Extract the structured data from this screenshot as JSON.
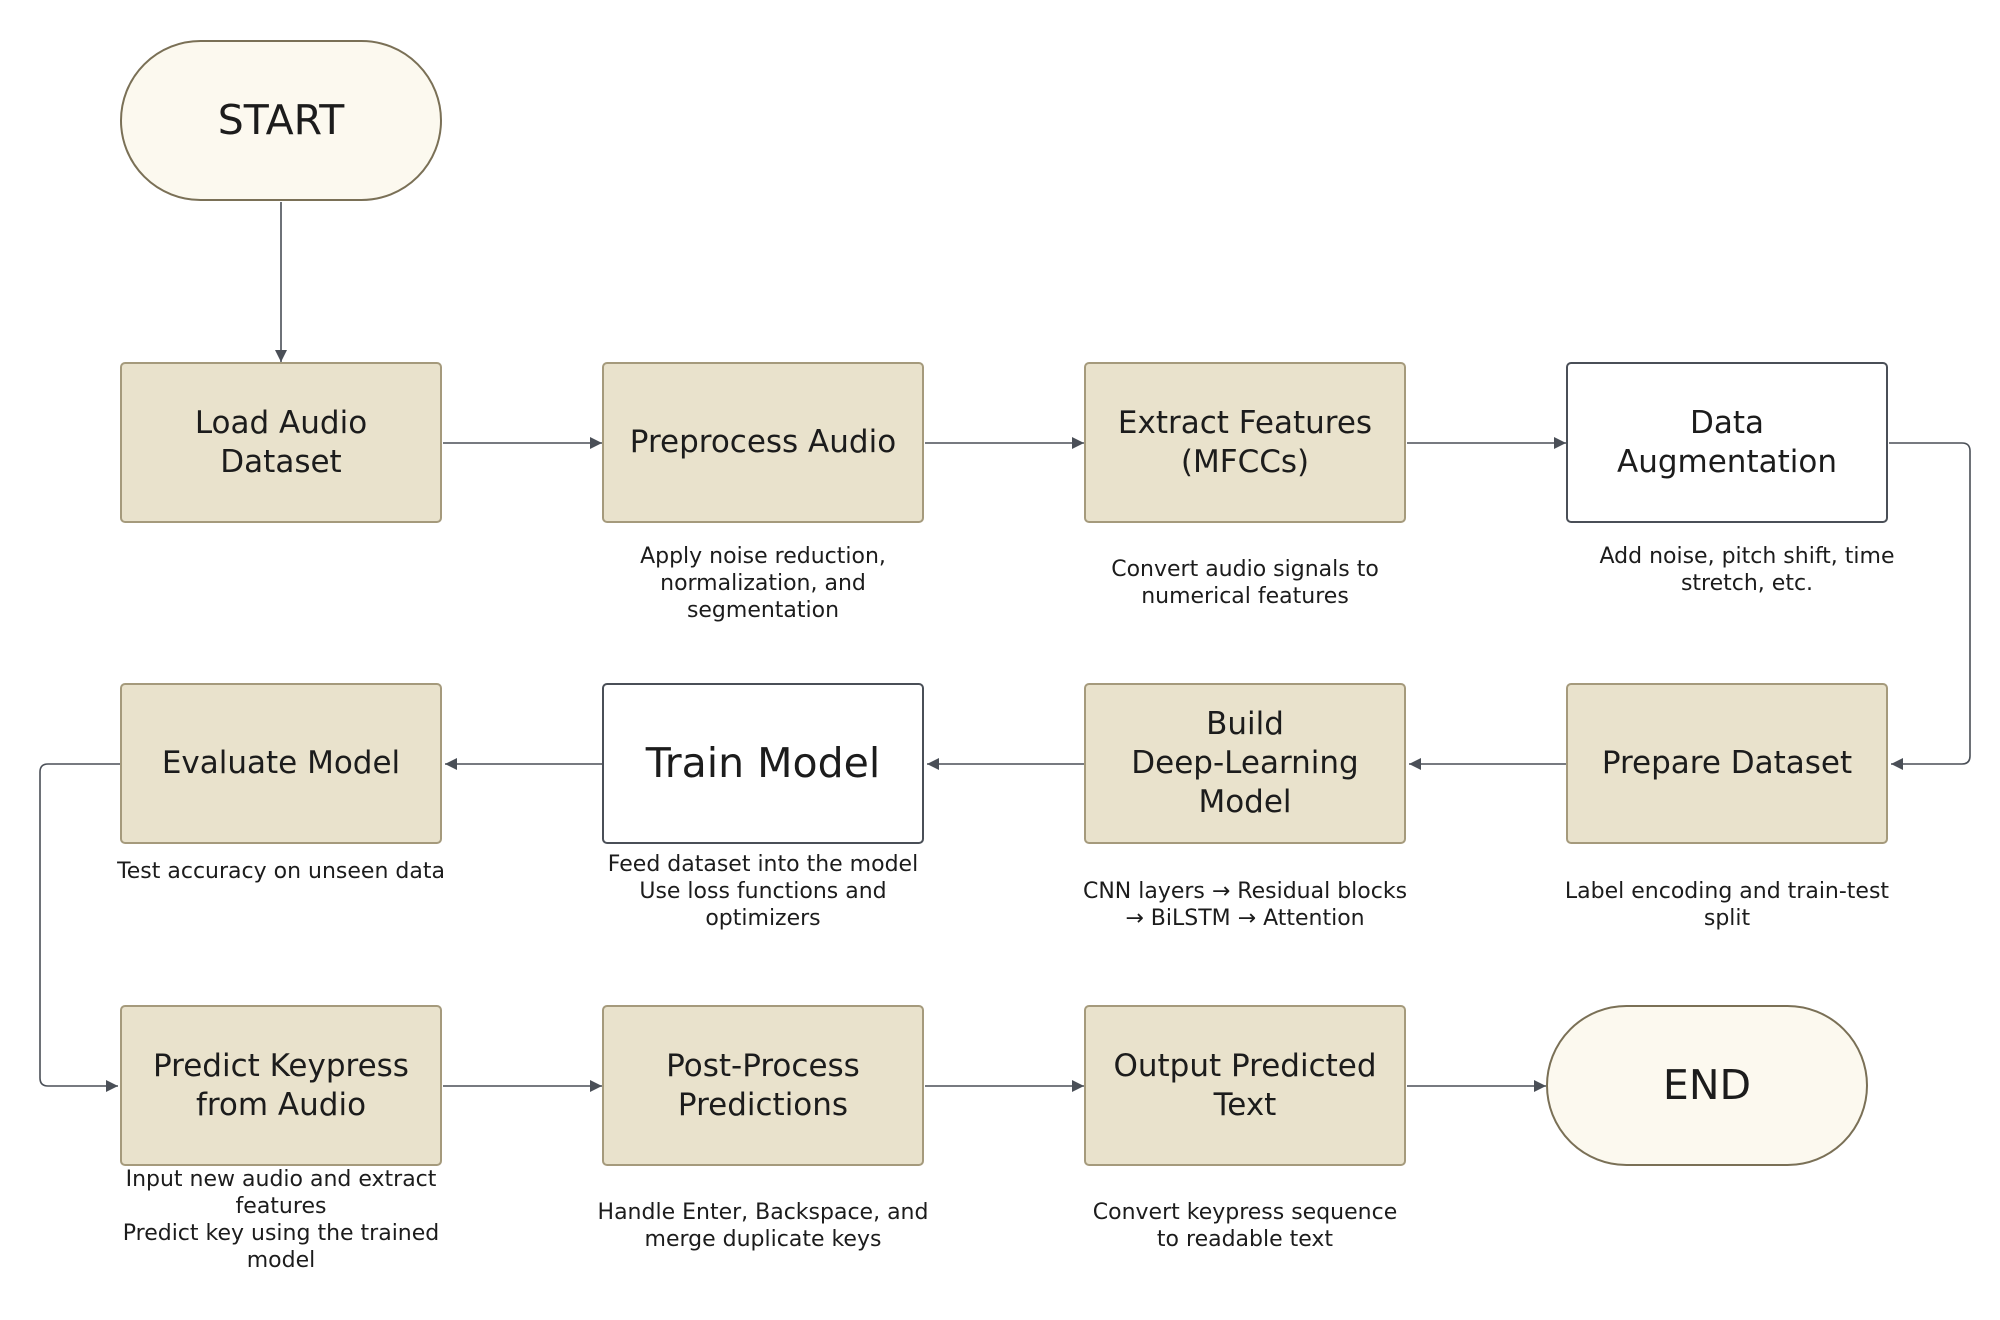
{
  "start": "START",
  "end": "END",
  "steps": {
    "load_dataset": "Load Audio Dataset",
    "preprocess": "Preprocess Audio",
    "extract": "Extract Features\n(MFCCs)",
    "augment": "Data Augmentation",
    "prepare": "Prepare Dataset",
    "build": "Build\nDeep-Learning\nModel",
    "train": "Train Model",
    "evaluate": "Evaluate Model",
    "predict": "Predict  Keypress\nfrom Audio",
    "postprocess": "Post-Process\nPredictions",
    "output": "Output Predicted\nText"
  },
  "captions": {
    "preprocess": "Apply noise reduction,\nnormalization, and\nsegmentation",
    "extract": "Convert audio signals to\nnumerical features",
    "augment": "Add noise, pitch shift, time\nstretch, etc.",
    "evaluate": "Test accuracy on unseen data",
    "train": "Feed dataset into the model\nUse loss functions and\noptimizers",
    "build": "CNN layers → Residual blocks\n→ BiLSTM → Attention",
    "prepare": "Label encoding and train-test\nsplit",
    "predict": "Input new audio and extract\nfeatures\nPredict key using the trained\nmodel",
    "postprocess": "Handle Enter, Backspace, and\nmerge duplicate keys",
    "output": "Convert keypress sequence\nto readable text"
  },
  "colors": {
    "process_fill": "#e9e2cc",
    "process_border": "#a59a7c",
    "terminal_fill": "#fcf9ef",
    "highlight_fill": "#ffffff",
    "connector": "#4a4f57"
  }
}
